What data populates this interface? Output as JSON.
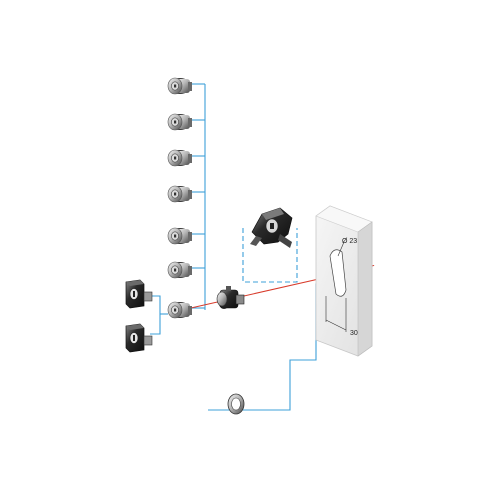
{
  "diagram": {
    "labels": {
      "diameter": "Ø 23",
      "width": "30"
    },
    "components": [
      {
        "name": "lock-insert-1",
        "kind": "cylinder-insert"
      },
      {
        "name": "lock-insert-2",
        "kind": "cylinder-insert"
      },
      {
        "name": "lock-insert-3",
        "kind": "cylinder-insert"
      },
      {
        "name": "lock-insert-4",
        "kind": "cylinder-insert"
      },
      {
        "name": "lock-insert-5",
        "kind": "cylinder-insert"
      },
      {
        "name": "lock-insert-6",
        "kind": "cylinder-insert"
      },
      {
        "name": "lock-insert-7",
        "kind": "cylinder-insert"
      },
      {
        "name": "key-insert-1",
        "kind": "key-block"
      },
      {
        "name": "key-insert-2",
        "kind": "key-block"
      },
      {
        "name": "lock-body",
        "kind": "lock-body"
      },
      {
        "name": "cam-handle",
        "kind": "cam"
      },
      {
        "name": "sealing-washer",
        "kind": "washer"
      },
      {
        "name": "door-panel",
        "kind": "panel-cutout"
      }
    ],
    "colors": {
      "leader_line": "#3ea0d8",
      "axis_line": "#d83a2a",
      "panel_fill": "#eeeeee",
      "part_dark": "#2a2a2a",
      "part_metal": "#b8b8b8"
    }
  }
}
